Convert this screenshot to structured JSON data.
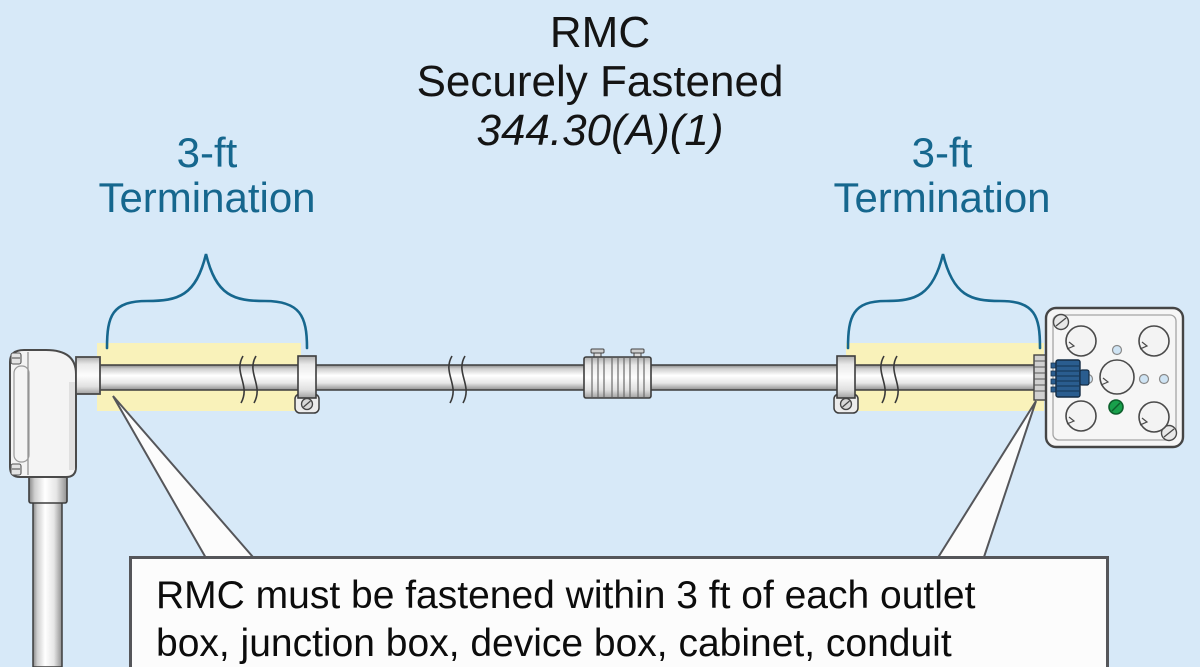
{
  "title": {
    "line1": "RMC",
    "line2": "Securely Fastened",
    "section": "344.30(A)(1)"
  },
  "left_termination_label": {
    "line1": "3-ft",
    "line2": "Termination"
  },
  "right_termination_label": {
    "line1": "3-ft",
    "line2": "Termination"
  },
  "callout": {
    "lines": [
      "RMC must be fastened within 3 ft of each outlet",
      "box, junction box, device box, cabinet, conduit"
    ]
  },
  "diagram_icons": {
    "left_fitting": "conduit-body-lb-fitting",
    "right_fitting": "four-square-outlet-box",
    "fasteners": "one-hole-conduit-straps",
    "middle_fitting": "set-screw-coupling",
    "box_entry": "locknut-connector"
  },
  "colors": {
    "background": "#d7e9f8",
    "highlight_yellow": "#f9f2ba",
    "annotation_teal": "#16678e",
    "callout_bg": "#fcfcfc",
    "callout_border": "#55565a",
    "ground_green": "#18a04b",
    "connector_blue": "#2a5d8f",
    "hole_blue": "#cfe4f4",
    "text_black": "#141414"
  }
}
